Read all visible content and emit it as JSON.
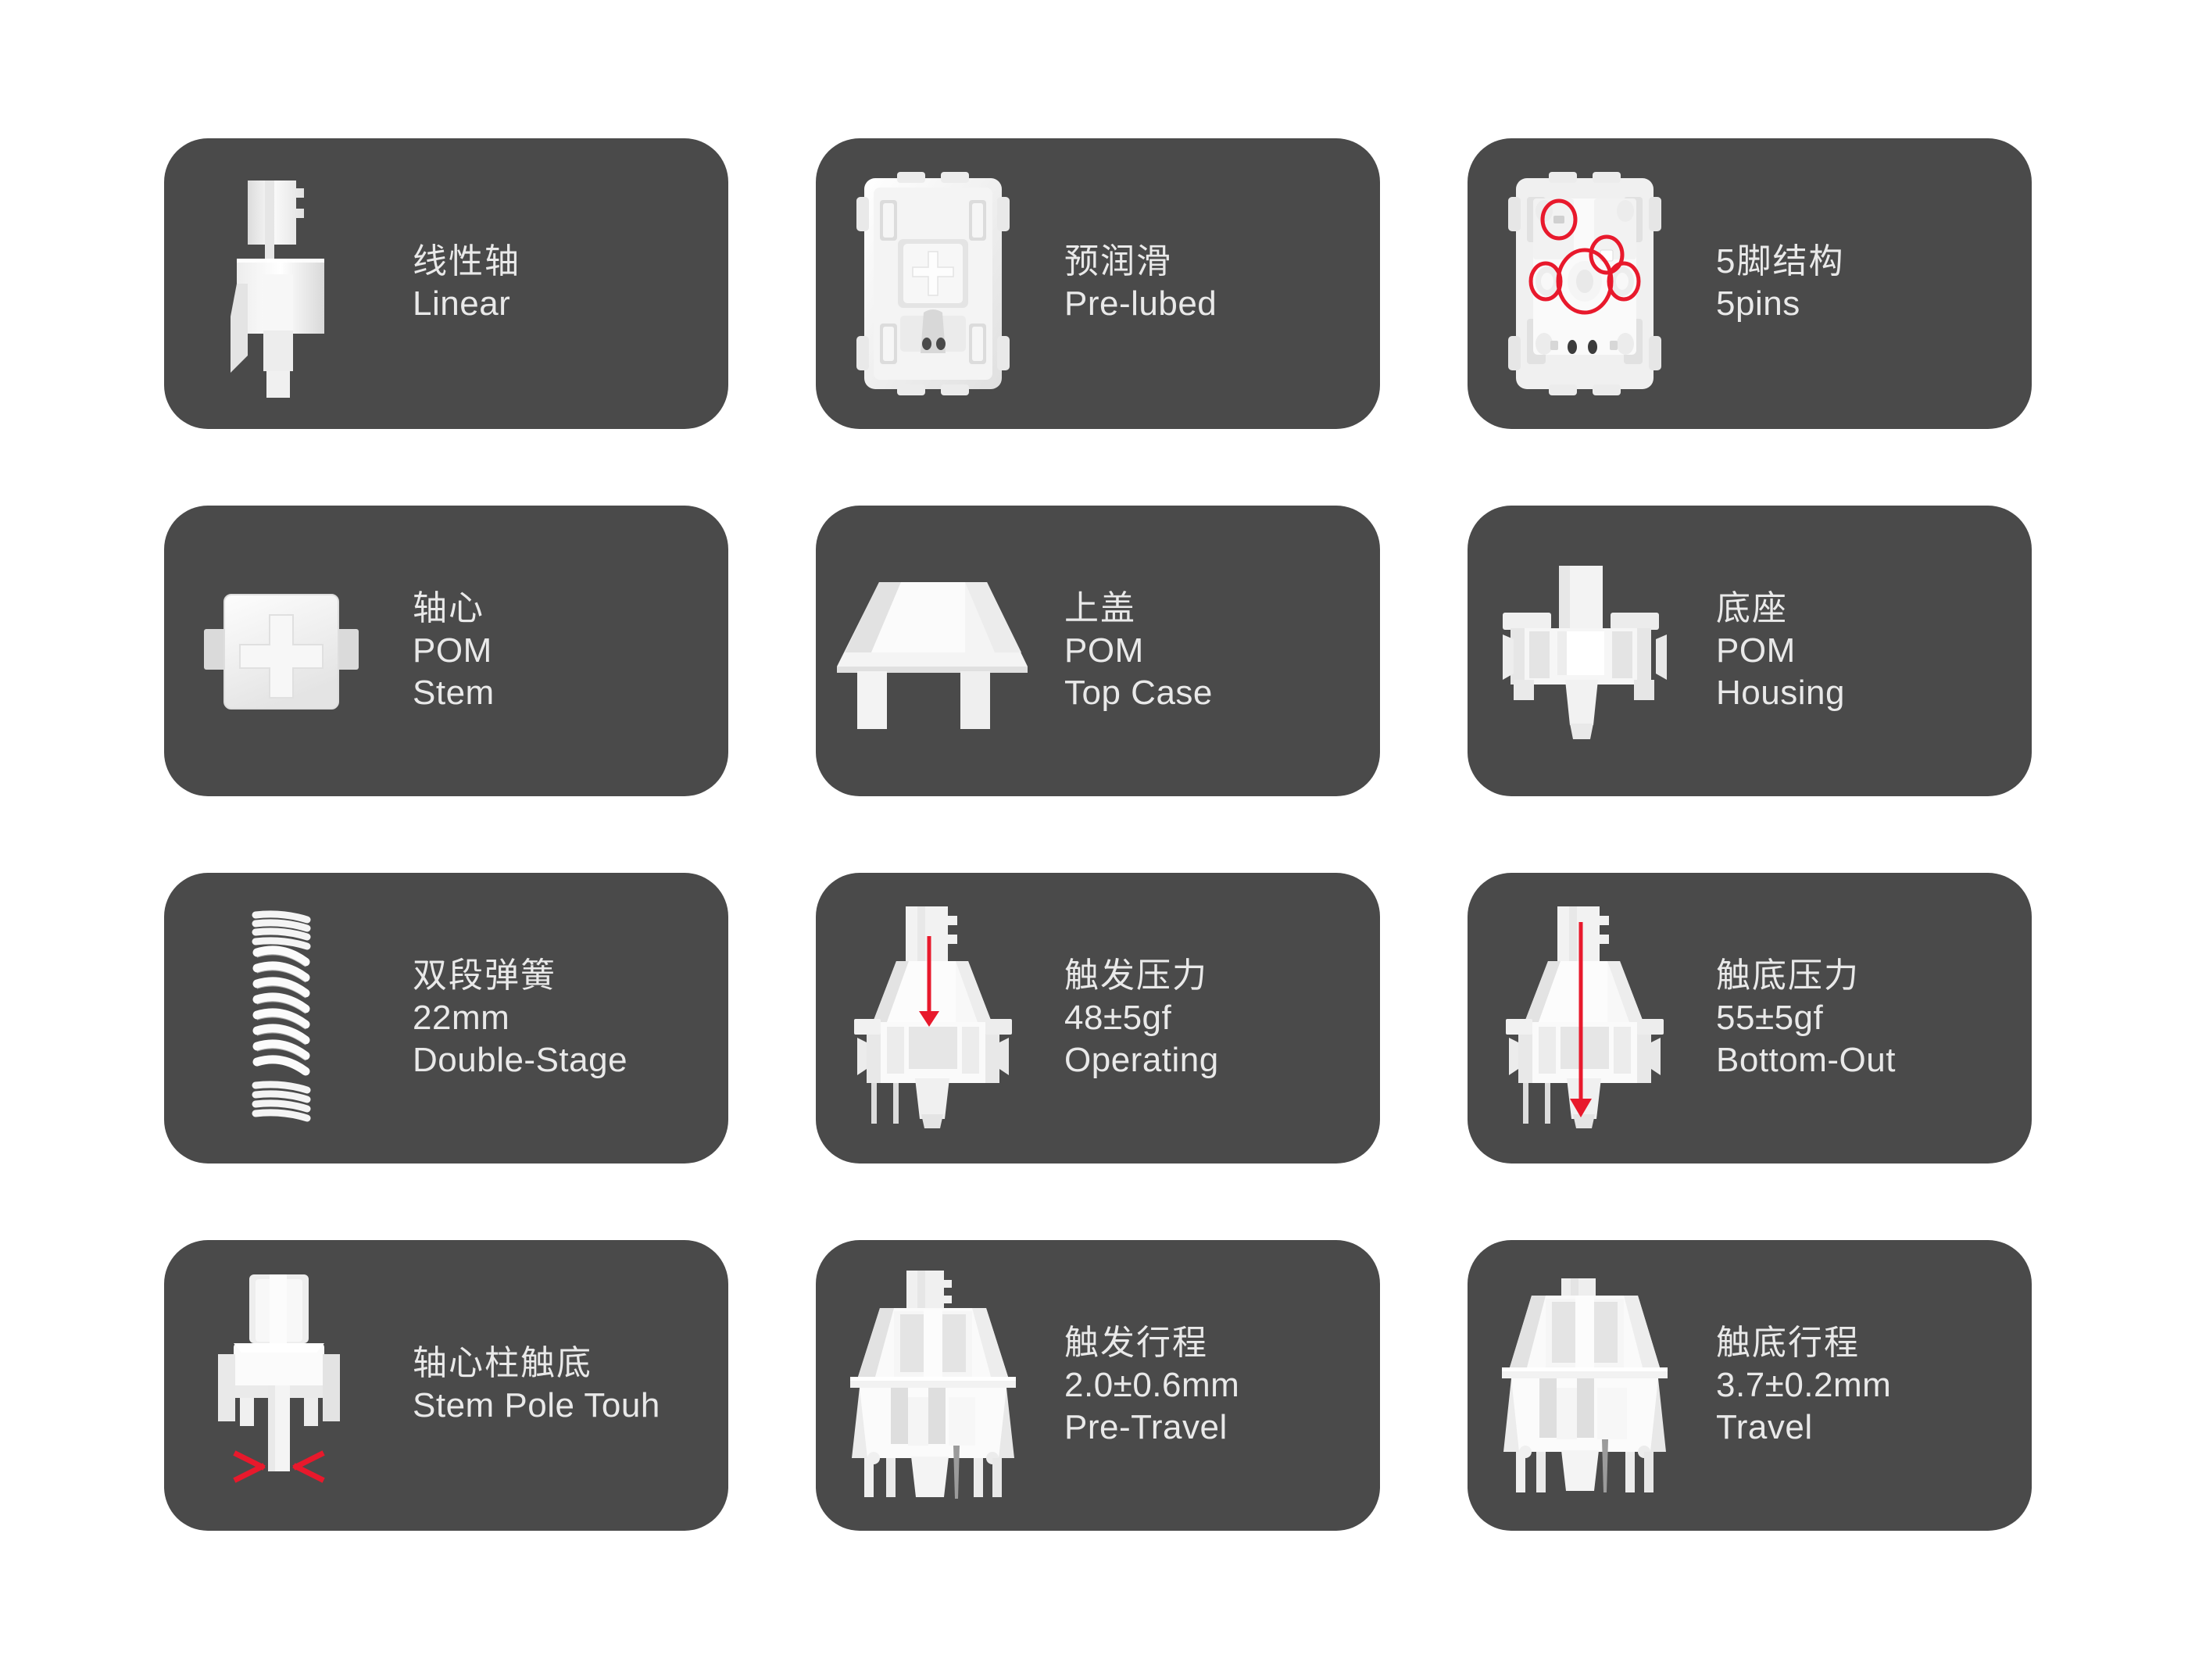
{
  "page": {
    "background_color": "#ffffff",
    "card_color": "#4a4a4a",
    "text_color": "#e9e9e9",
    "accent_color": "#e8192c",
    "part_color": "#f2f2f2"
  },
  "cards": [
    {
      "id": "linear",
      "art": "switch-side-stem-icon",
      "lines": [
        "线性轴",
        "Linear"
      ]
    },
    {
      "id": "pre-lubed",
      "art": "switch-top-view-icon",
      "lines": [
        "预润滑",
        "Pre-lubed"
      ]
    },
    {
      "id": "5pins",
      "art": "switch-bottom-pins-icon",
      "lines": [
        "5脚结构",
        "5pins"
      ]
    },
    {
      "id": "stem",
      "art": "stem-cross-icon",
      "lines": [
        "轴心",
        "POM",
        "Stem"
      ]
    },
    {
      "id": "top-case",
      "art": "top-case-icon",
      "lines": [
        "上盖",
        "POM",
        "Top Case"
      ]
    },
    {
      "id": "housing",
      "art": "housing-icon",
      "lines": [
        "底座",
        "POM",
        "Housing"
      ]
    },
    {
      "id": "spring",
      "art": "spring-icon",
      "lines": [
        "双段弹簧",
        "22mm",
        "Double-Stage"
      ]
    },
    {
      "id": "operating-force",
      "art": "switch-front-arrow-short-icon",
      "lines": [
        "触发压力",
        "48±5gf",
        "Operating"
      ]
    },
    {
      "id": "bottom-out-force",
      "art": "switch-front-arrow-long-icon",
      "lines": [
        "触底压力",
        "55±5gf",
        "Bottom-Out"
      ]
    },
    {
      "id": "stem-pole-touch",
      "art": "stem-pole-arrows-icon",
      "lines": [
        "轴心柱触底",
        "Stem Pole Touh"
      ]
    },
    {
      "id": "pre-travel",
      "art": "switch-open-front-icon",
      "lines": [
        "触发行程",
        "2.0±0.6mm",
        "Pre-Travel"
      ]
    },
    {
      "id": "travel",
      "art": "switch-open-front-icon-2",
      "lines": [
        "触底行程",
        "3.7±0.2mm",
        "Travel"
      ]
    }
  ]
}
